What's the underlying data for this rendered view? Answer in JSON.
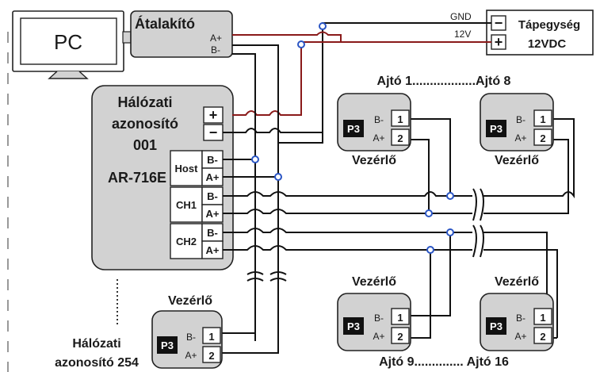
{
  "pc": {
    "label": "PC"
  },
  "converter": {
    "label": "Átalakító",
    "a_plus": "A+",
    "b_minus": "B-"
  },
  "power": {
    "title": "Tápegység",
    "voltage": "12VDC",
    "minus": "−",
    "plus": "+",
    "gnd": "GND",
    "v12": "12V"
  },
  "controller_main": {
    "line1": "Hálózati",
    "line2": "azonosító",
    "line3": "001",
    "model": "AR-716E",
    "plus": "+",
    "minus": "−",
    "host": "Host",
    "ch1": "CH1",
    "ch2": "CH2",
    "b_minus": "B-",
    "a_plus": "A+"
  },
  "door_labels": {
    "top": "Ajtó 1..................Ajtó 8",
    "bottom": "Ajtó 9.............. Ajtó 16"
  },
  "readers": {
    "label": "Vezérlő",
    "port": "P3",
    "b_minus": "B-",
    "a_plus": "A+",
    "pin1": "1",
    "pin2": "2"
  },
  "bottom_left": {
    "line1": "Hálózati",
    "line2": "azonosító 254"
  }
}
